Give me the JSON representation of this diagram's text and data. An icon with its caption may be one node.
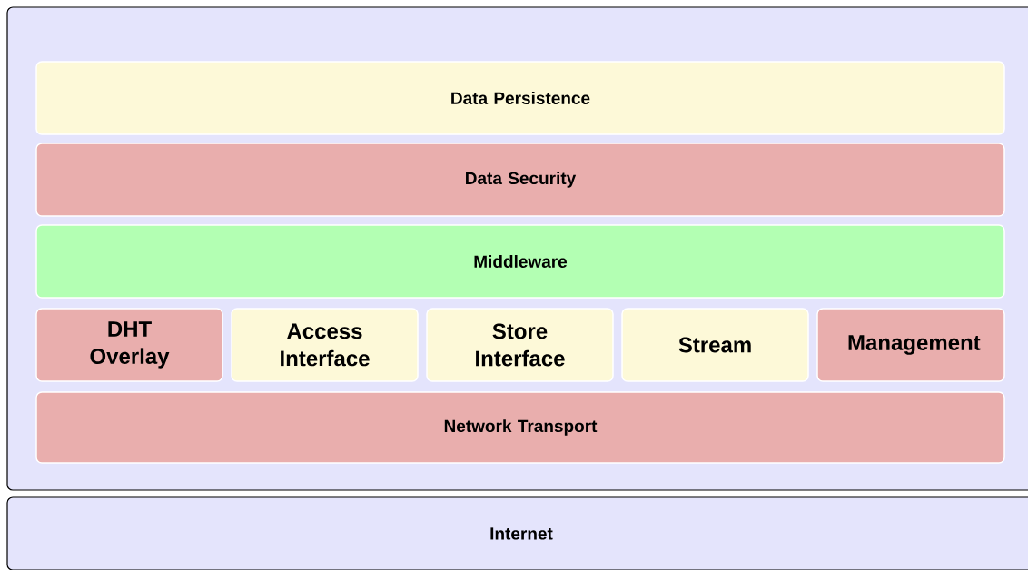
{
  "diagram": {
    "nodes": [
      {
        "text": [],
        "shape": "box"
      },
      {
        "text": [
          "Data Persistence"
        ],
        "in": 0
      },
      {
        "text": [
          "Data Security"
        ],
        "in": 0
      },
      {
        "text": [
          "Middleware"
        ],
        "in": 0
      },
      {
        "text": [
          "DHT Overlay"
        ],
        "in": 0
      },
      {
        "text": [
          "Access Interface"
        ],
        "in": 0
      },
      {
        "text": [
          "Store Interface"
        ],
        "in": 0
      },
      {
        "text": [
          "Stream"
        ],
        "in": 0
      },
      {
        "text": [
          "Management"
        ],
        "in": 0
      },
      {
        "text": [
          "Network Transport"
        ],
        "in": 0
      },
      {
        "text": [
          "Internet"
        ]
      }
    ]
  }
}
